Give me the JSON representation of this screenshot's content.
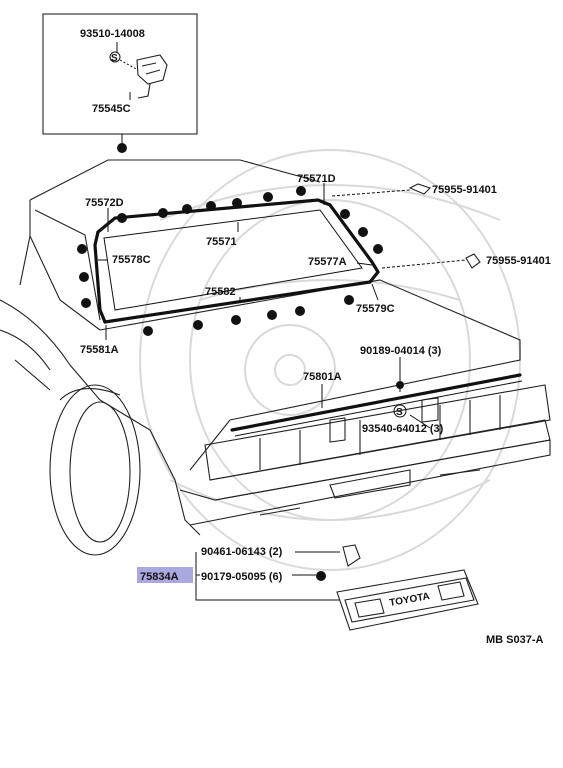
{
  "labels": {
    "p93510": "93510-14008",
    "p75545C": "75545C",
    "p75571D": "75571D",
    "p75955a": "75955-91401",
    "p75572D": "75572D",
    "p75571": "75571",
    "p75578C": "75578C",
    "p75577A": "75577A",
    "p75955b": "75955-91401",
    "p75582": "75582",
    "p75579C": "75579C",
    "p75581A": "75581A",
    "p90189": "90189-04014 (3)",
    "p75801A": "75801A",
    "p93540": "93540-64012 (3)",
    "p90461": "90461-06143 (2)",
    "p75834A": "75834A",
    "p90179": "90179-05095 (6)",
    "ref": "MB S037-A",
    "screw_s1": "S",
    "screw_s2": "S",
    "brand": "TOYOTA"
  },
  "colors": {
    "highlight": "#a9a9e0",
    "ink": "#111111",
    "watermark": "#d9d9d9"
  }
}
